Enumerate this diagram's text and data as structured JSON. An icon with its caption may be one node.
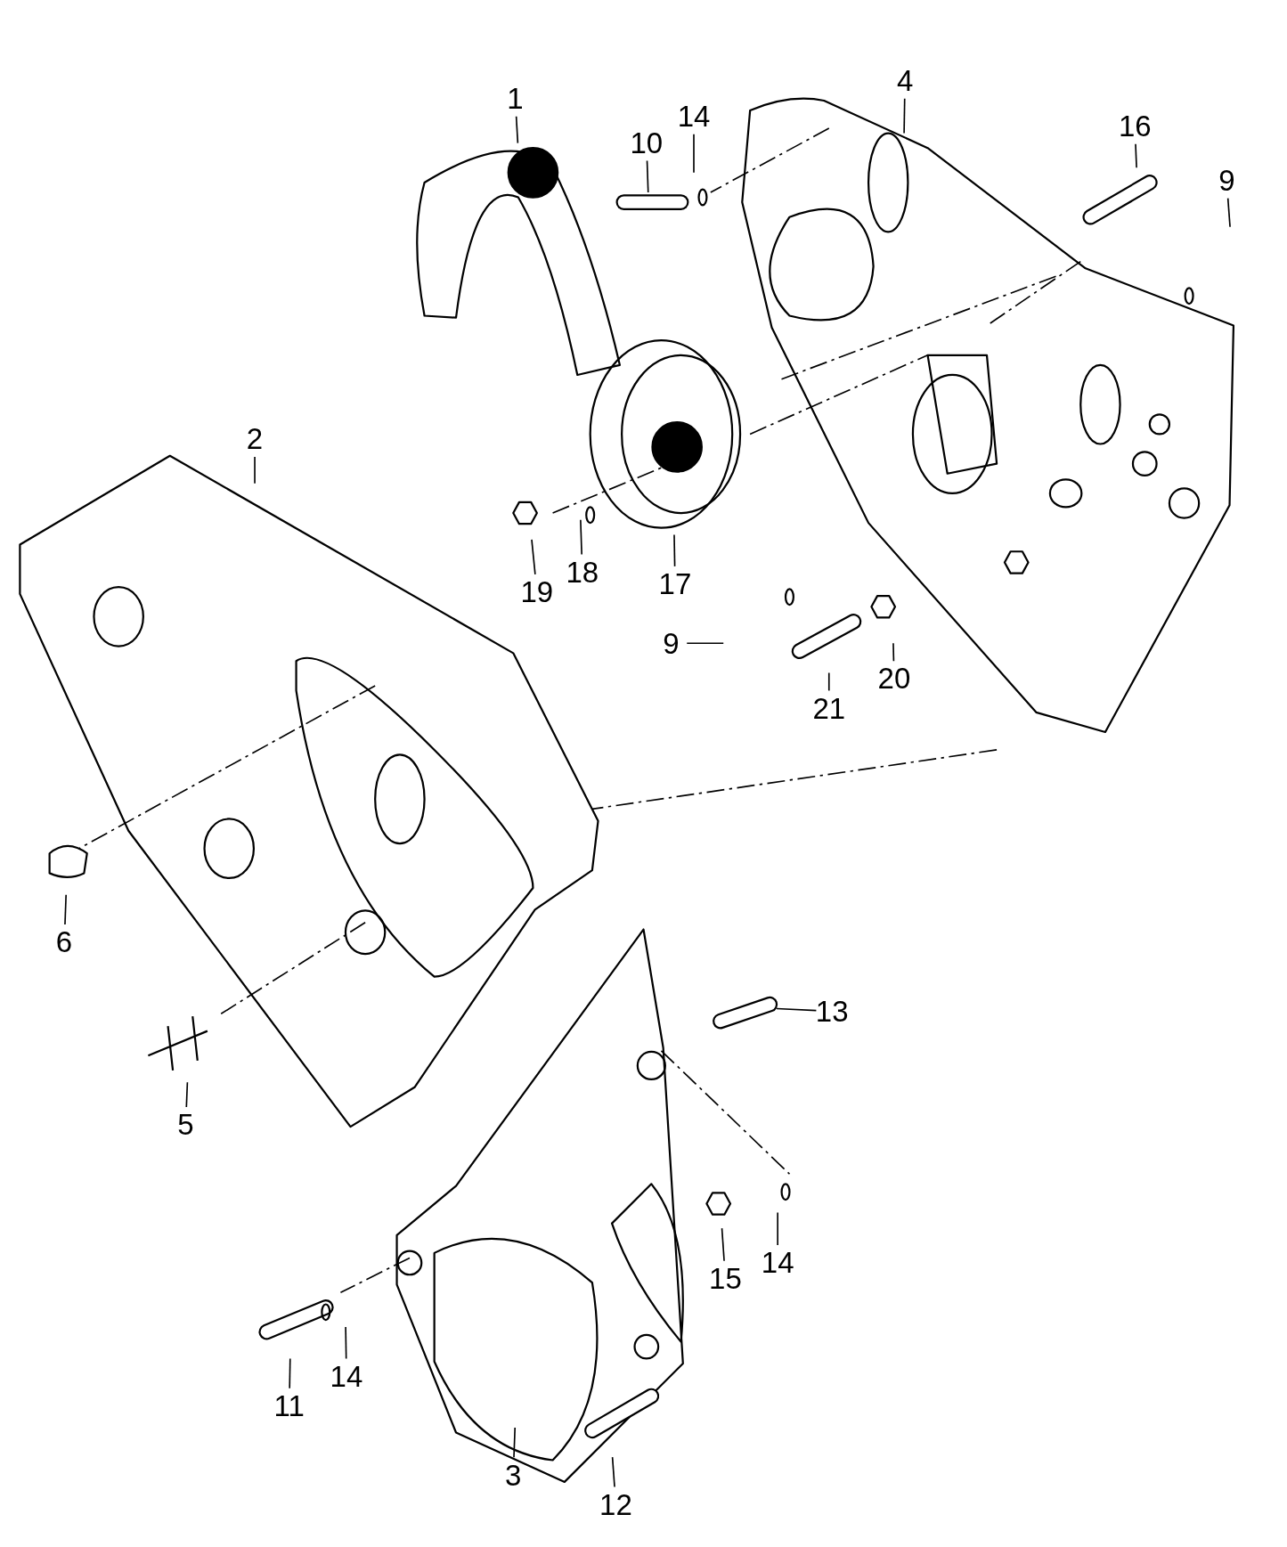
{
  "diagram": {
    "nodes": [
      {
        "text": [
          "1"
        ]
      },
      {
        "text": [
          "4"
        ]
      },
      {
        "text": [
          "14"
        ]
      },
      {
        "text": [
          "10"
        ]
      },
      {
        "text": [
          "16"
        ]
      },
      {
        "text": [
          "9"
        ]
      },
      {
        "text": [
          "2"
        ]
      },
      {
        "text": [
          "19"
        ]
      },
      {
        "text": [
          "18"
        ]
      },
      {
        "text": [
          "17"
        ]
      },
      {
        "text": [
          "9"
        ]
      },
      {
        "text": [
          "21"
        ]
      },
      {
        "text": [
          "20"
        ]
      },
      {
        "text": [
          "6"
        ]
      },
      {
        "text": [
          "13"
        ]
      },
      {
        "text": [
          "5"
        ]
      },
      {
        "text": [
          "15"
        ]
      },
      {
        "text": [
          "14"
        ]
      },
      {
        "text": [
          "14"
        ]
      },
      {
        "text": [
          "11"
        ]
      },
      {
        "text": [
          "3"
        ]
      },
      {
        "text": [
          "12"
        ]
      }
    ],
    "edges": [
      {
        "from": 0,
        "to": null,
        "arrow": "none"
      },
      {
        "from": 1,
        "to": null,
        "arrow": "none"
      },
      {
        "from": 2,
        "to": null,
        "arrow": "none"
      },
      {
        "from": 3,
        "to": null,
        "arrow": "none"
      },
      {
        "from": 4,
        "to": null,
        "arrow": "none"
      },
      {
        "from": 5,
        "to": null,
        "arrow": "none"
      },
      {
        "from": 6,
        "to": null,
        "arrow": "none"
      },
      {
        "from": 7,
        "to": null,
        "arrow": "none"
      },
      {
        "from": 8,
        "to": null,
        "arrow": "none"
      },
      {
        "from": 9,
        "to": null,
        "arrow": "none"
      },
      {
        "from": 10,
        "to": null,
        "arrow": "none"
      },
      {
        "from": 11,
        "to": null,
        "arrow": "none"
      },
      {
        "from": 12,
        "to": null,
        "arrow": "none"
      },
      {
        "from": 13,
        "to": null,
        "arrow": "none"
      },
      {
        "from": 14,
        "to": null,
        "arrow": "none"
      },
      {
        "from": 15,
        "to": null,
        "arrow": "none"
      },
      {
        "from": 16,
        "to": null,
        "arrow": "none"
      },
      {
        "from": 17,
        "to": null,
        "arrow": "none"
      },
      {
        "from": 18,
        "to": null,
        "arrow": "none"
      },
      {
        "from": 19,
        "to": null,
        "arrow": "none"
      },
      {
        "from": 20,
        "to": null,
        "arrow": "none"
      },
      {
        "from": 21,
        "to": null,
        "arrow": "none"
      }
    ]
  }
}
